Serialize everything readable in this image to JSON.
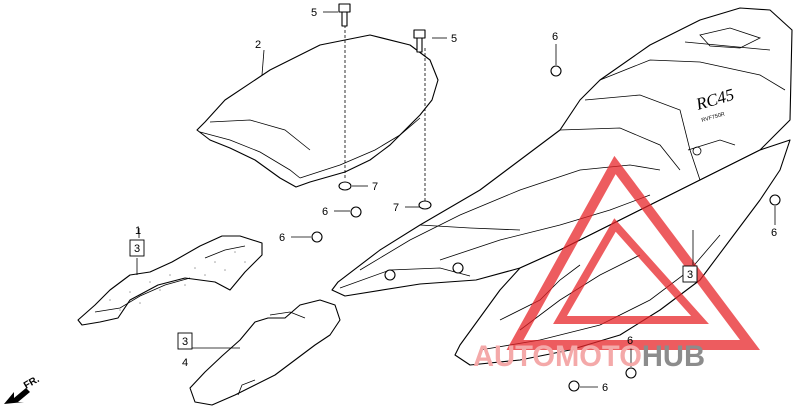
{
  "parts": {
    "p1": "1",
    "p2": "2",
    "p3a": "3",
    "p3b": "3",
    "p3c": "3",
    "p4": "4",
    "p5a": "5",
    "p5b": "5",
    "p6a": "6",
    "p6b": "6",
    "p6c": "6",
    "p6d": "6",
    "p6e": "6",
    "p6f": "6",
    "p7a": "7",
    "p7b": "7"
  },
  "cowl_lettering": {
    "model": "RC45",
    "brand": "RVF750R"
  },
  "direction_arrow": "FR.",
  "watermark": {
    "prefix": "AUTOMOTO",
    "suffix": "HUB",
    "prefix_color": "#F4A9A9",
    "suffix_color": "#8C8C8C",
    "logo_color": "#E8262A"
  }
}
